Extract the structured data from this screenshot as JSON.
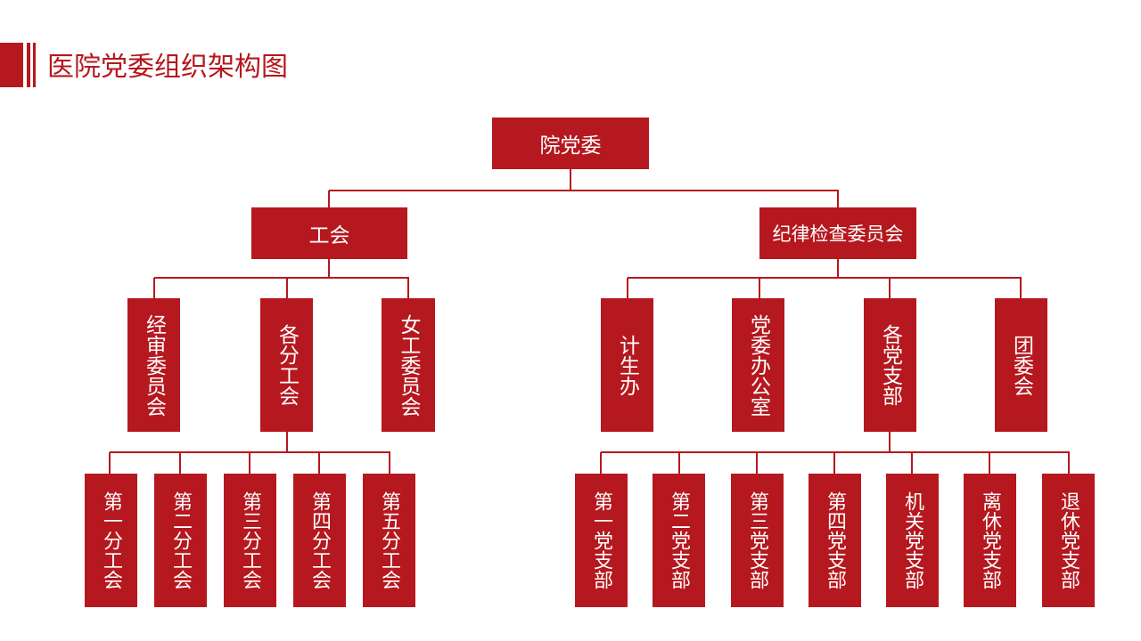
{
  "title": "医院党委组织架构图",
  "colors": {
    "accent": "#b5181e",
    "text_on_box": "#ffffff"
  },
  "nodes": {
    "root": "院党委",
    "union": "工会",
    "discipline": "纪律检查委员会",
    "union_children": [
      "经审委员会",
      "各分工会",
      "女工委员会"
    ],
    "discipline_children": [
      "计生办",
      "党委办公室",
      "各党支部",
      "团委会"
    ],
    "sub_unions": [
      "第一分工会",
      "第二分工会",
      "第三分工会",
      "第四分工会",
      "第五分工会"
    ],
    "branches": [
      "第一党支部",
      "第二党支部",
      "第三党支部",
      "第四党支部",
      "机关党支部",
      "离休党支部",
      "退休党支部"
    ]
  }
}
